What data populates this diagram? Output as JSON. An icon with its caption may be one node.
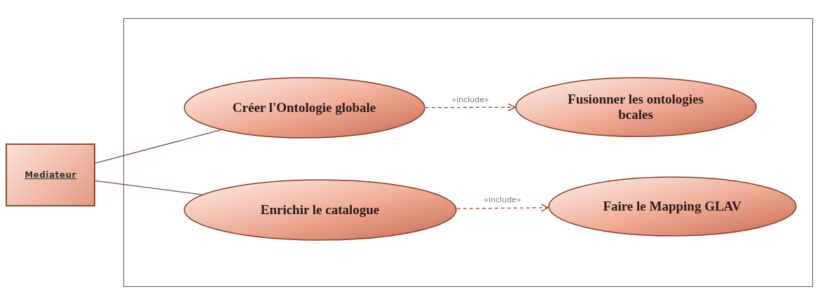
{
  "diagram": {
    "nodes": [
      {
        "text": [],
        "shape": "box"
      },
      {
        "text": [
          "Mediateur"
        ]
      },
      {
        "text": [
          "Créer l'Ontologie globale"
        ],
        "in": 0
      },
      {
        "text": [
          "Fusionner les ontologies bcales"
        ],
        "in": 0
      },
      {
        "text": [
          "Enrichir le catalogue"
        ],
        "in": 0
      },
      {
        "text": [
          "Faire le Mapping GLAV"
        ],
        "in": 0
      }
    ],
    "edges": [
      {
        "from": 1,
        "to": 2,
        "arrow": "none"
      },
      {
        "from": 1,
        "to": 4,
        "arrow": "none"
      },
      {
        "from": 2,
        "to": 3,
        "arrow": "to",
        "label": "«include»",
        "style": "dashed",
        "color": "#b03a28"
      },
      {
        "from": 4,
        "to": 5,
        "arrow": "to",
        "label": "«include»",
        "style": "dashed",
        "color": "#b03a28"
      }
    ]
  }
}
